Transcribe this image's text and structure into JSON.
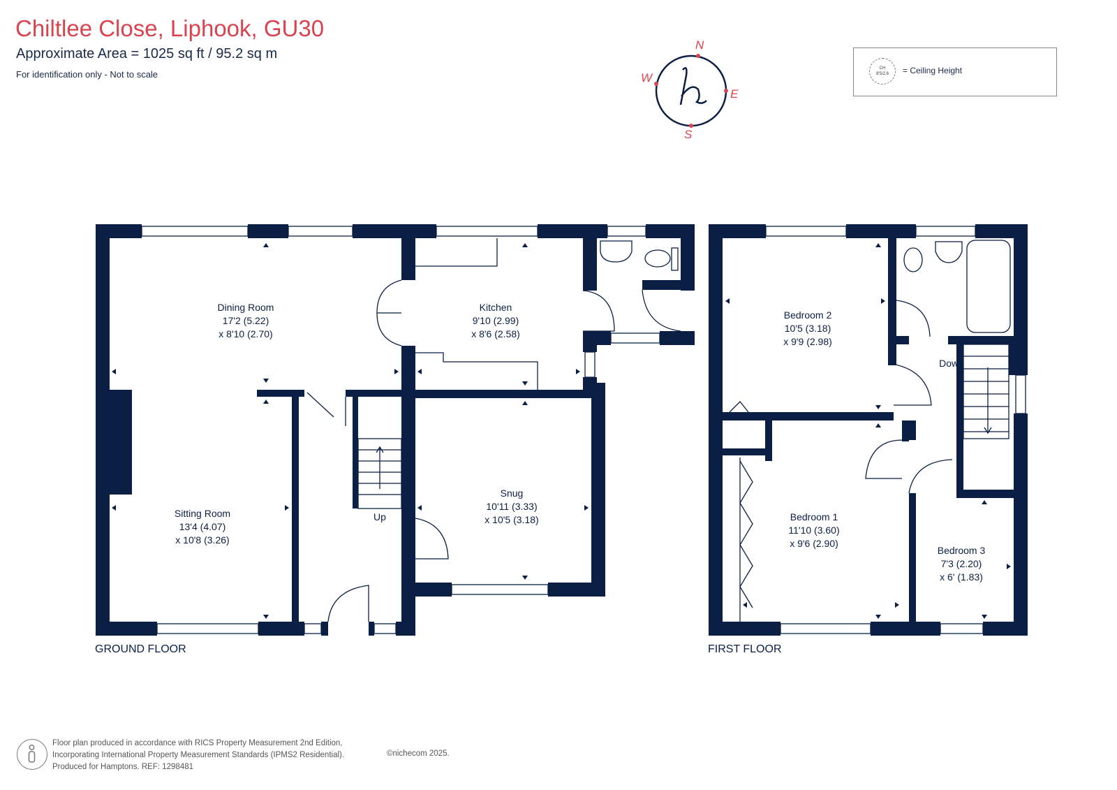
{
  "header": {
    "title": "Chiltlee Close, Liphook, GU30",
    "subtitle": "Approximate Area = 1025 sq ft / 95.2 sq m",
    "note": "For identification only - Not to scale"
  },
  "compass": {
    "north": "N",
    "south": "S",
    "east": "E",
    "west": "W",
    "logo_icon": "h-monogram-icon"
  },
  "legend": {
    "symbol_line1": "CH",
    "symbol_line2": "8'5/2.6",
    "label": "= Ceiling Height"
  },
  "ground_floor": {
    "label": "GROUND FLOOR",
    "rooms": [
      {
        "name": "Dining Room",
        "dim1": "17'2 (5.22)",
        "dim2": "x 8'10 (2.70)"
      },
      {
        "name": "Kitchen",
        "dim1": "9'10 (2.99)",
        "dim2": "x 8'6 (2.58)"
      },
      {
        "name": "Sitting Room",
        "dim1": "13'4 (4.07)",
        "dim2": "x 10'8 (3.26)"
      },
      {
        "name": "Snug",
        "dim1": "10'11 (3.33)",
        "dim2": "x 10'5 (3.18)"
      }
    ],
    "stairs_label": "Up"
  },
  "first_floor": {
    "label": "FIRST FLOOR",
    "rooms": [
      {
        "name": "Bedroom 2",
        "dim1": "10'5 (3.18)",
        "dim2": "x 9'9 (2.98)"
      },
      {
        "name": "Bedroom 1",
        "dim1": "11'10 (3.60)",
        "dim2": "x 9'6 (2.90)"
      },
      {
        "name": "Bedroom 3",
        "dim1": "7'3 (2.20)",
        "dim2": "x 6' (1.83)"
      }
    ],
    "stairs_label": "Down"
  },
  "footer": {
    "line1": "Floor plan produced in accordance with RICS Property Measurement 2nd Edition,",
    "line2": "Incorporating International Property Measurement Standards (IPMS2 Residential).",
    "line3": "Produced for Hamptons.   REF: 1298481",
    "copyright": "©nichecom 2025.",
    "icon": "person-info-icon"
  },
  "colors": {
    "wall": "#0b1f45",
    "accent": "#d9434f"
  }
}
